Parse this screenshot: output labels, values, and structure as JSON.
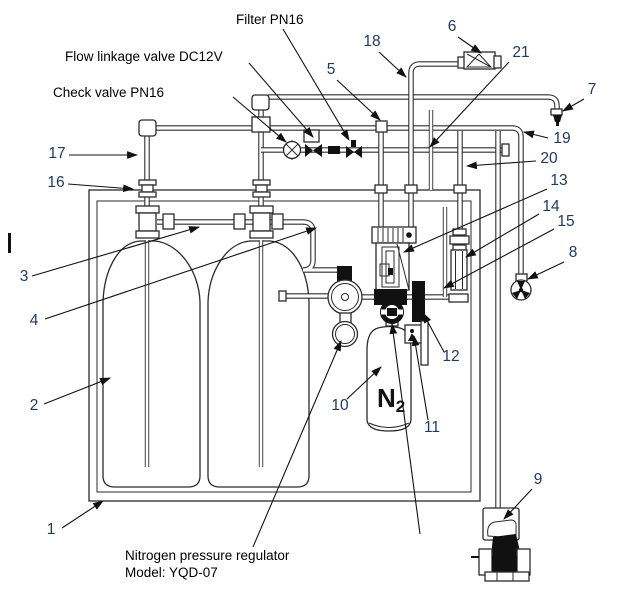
{
  "diagram": {
    "labels": {
      "filter": "Filter PN16",
      "flow_linkage_valve": "Flow linkage valve DC12V",
      "check_valve": "Check valve PN16",
      "regulator_line1": "Nitrogen pressure regulator",
      "regulator_line2": "Model: YQD-07"
    },
    "cylinder": {
      "symbol": "N",
      "subscript": "2"
    },
    "callouts": {
      "c1": "1",
      "c2": "2",
      "c3": "3",
      "c4": "4",
      "c5": "5",
      "c6": "6",
      "c7": "7",
      "c8": "8",
      "c9": "9",
      "c10": "10",
      "c11": "11",
      "c12": "12",
      "c13": "13",
      "c14": "14",
      "c15": "15",
      "c16": "16",
      "c17": "17",
      "c18": "18",
      "c19": "19",
      "c20": "20",
      "c21": "21"
    },
    "colors": {
      "line": "#2e2e2e",
      "callout_text": "#203a60",
      "label_text": "#000000",
      "background": "#ffffff"
    }
  }
}
